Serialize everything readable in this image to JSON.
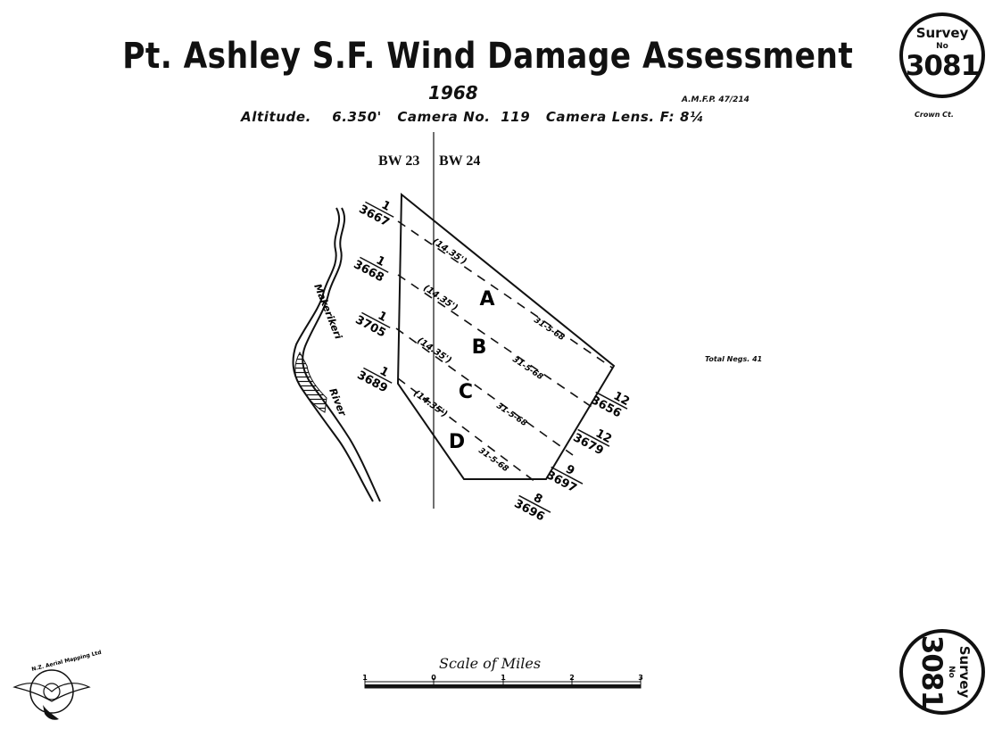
{
  "title": "Pt. Ashley S.F. Wind Damage Assessment",
  "year": "1968",
  "ref": "A.M.F.P. 47/214",
  "specs": {
    "altitude_label": "Altitude.",
    "altitude_value": "6.350'",
    "camera_label": "Camera No.",
    "camera_value": "119",
    "lens_label": "Camera Lens.",
    "lens_value": "F: 8¼"
  },
  "survey_badge": {
    "top": "Survey",
    "no": "No",
    "number": "3081"
  },
  "crown": "Crown Ct.",
  "total_negs": "Total Negs. 41",
  "strips": {
    "left": "BW 23",
    "right": "BW 24"
  },
  "river": {
    "name1": "Makerikeri",
    "name2": "River"
  },
  "runs": [
    {
      "label": "A",
      "height": "(14.35')",
      "date": "31-5-68",
      "start_num": "1",
      "start_neg": "3667",
      "end_num": "12",
      "end_neg": "3656"
    },
    {
      "label": "B",
      "height": "(14.35')",
      "date": "31-5-68",
      "start_num": "1",
      "start_neg": "3668",
      "end_num": "12",
      "end_neg": "3679"
    },
    {
      "label": "C",
      "height": "(14.35')",
      "date": "31-5-68",
      "start_num": "1",
      "start_neg": "3705",
      "end_num": "9",
      "end_neg": "3697"
    },
    {
      "label": "D",
      "height": "(14.35')",
      "date": "31-5-68",
      "start_num": "1",
      "start_neg": "3689",
      "end_num": "8",
      "end_neg": "3696"
    }
  ],
  "scale": {
    "title": "Scale of Miles",
    "ticks": [
      "1",
      "0",
      "1",
      "2",
      "3"
    ]
  },
  "logo": {
    "text": "N.Z. Aerial Mapping Ltd"
  }
}
